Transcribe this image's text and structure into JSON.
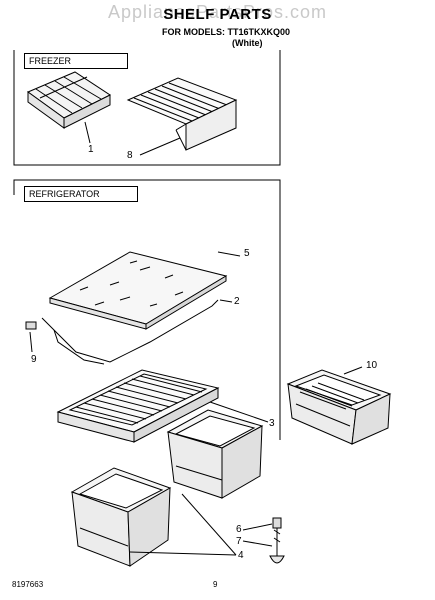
{
  "header": {
    "watermark": "AppliancePartsPros.com",
    "title": "SHELF PARTS",
    "models_line": "FOR MODELS: TT16TKXKQ00",
    "color_line": "(White)"
  },
  "sections": {
    "freezer": "FREEZER",
    "refrigerator": "REFRIGERATOR"
  },
  "callouts": {
    "c1": "1",
    "c8": "8",
    "c5": "5",
    "c2": "2",
    "c9": "9",
    "c10": "10",
    "c3": "3",
    "c6": "6",
    "c7": "7",
    "c4": "4"
  },
  "footer": {
    "doc_number": "8197663",
    "page_number": "9"
  }
}
